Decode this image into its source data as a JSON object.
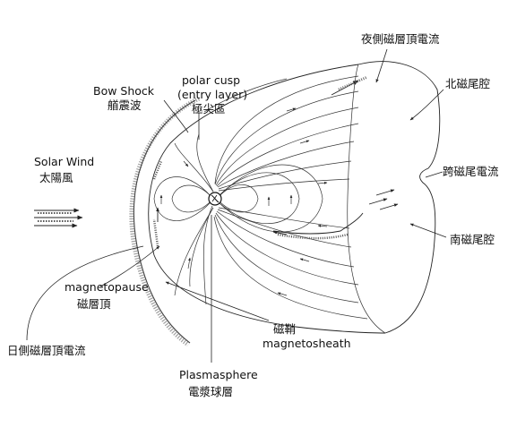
{
  "labels": {
    "bow_shock_en": "Bow Shock",
    "bow_shock_zh": "艏震波",
    "polar_cusp_en_1": "polar cusp",
    "polar_cusp_en_2": "(entry layer)",
    "polar_cusp_zh": "極尖區",
    "solar_wind_en": "Solar Wind",
    "solar_wind_zh": "太陽風",
    "night_current_zh": "夜側磁層頂電流",
    "north_lobe_zh": "北磁尾腔",
    "cross_tail_zh": "跨磁尾電流",
    "south_lobe_zh": "南磁尾腔",
    "magnetopause_en": "magnetopause",
    "magnetopause_zh": "磁層頂",
    "day_current_zh": "日側磁層頂電流",
    "magnetosheath_zh": "磁鞘",
    "magnetosheath_en": "magnetosheath",
    "plasmasphere_en": "Plasmasphere",
    "plasmasphere_zh": "電漿球層"
  }
}
